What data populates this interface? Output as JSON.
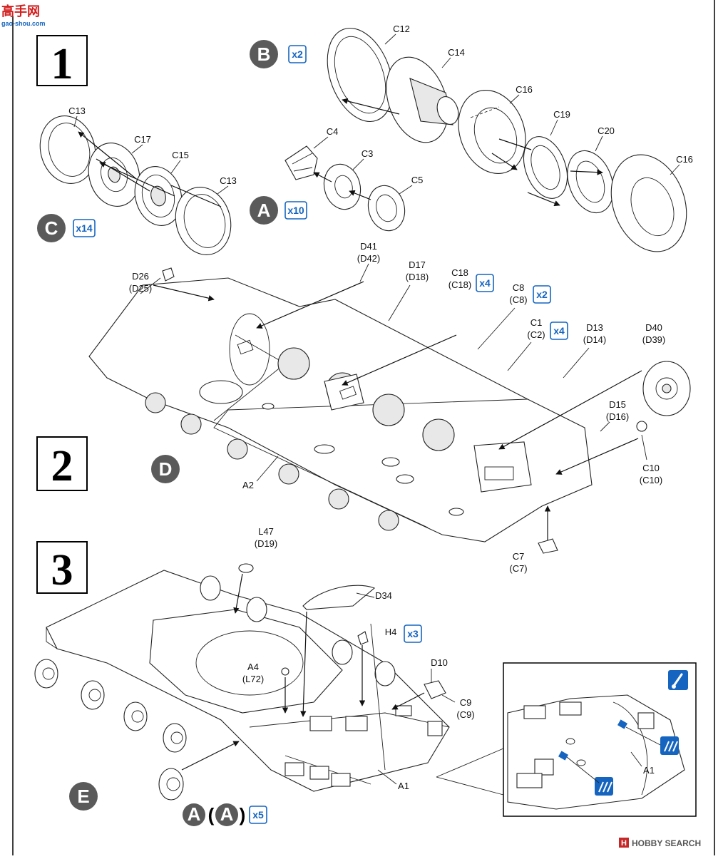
{
  "watermark": {
    "title": "高手网",
    "site": "gao-shou.com"
  },
  "footer_watermark": {
    "logo_text": "HOBBY SEARCH"
  },
  "steps": {
    "step1": {
      "number": "1",
      "parts": [
        "C12",
        "C14",
        "C16",
        "C19",
        "C20",
        "C16",
        "C4",
        "C3",
        "C5",
        "C13",
        "C17",
        "C15",
        "C13"
      ],
      "callouts": [
        {
          "letter": "B",
          "mult": "x2"
        },
        {
          "letter": "A",
          "mult": "x10"
        },
        {
          "letter": "C",
          "mult": "x14"
        }
      ]
    },
    "step2": {
      "number": "2",
      "parts": [
        {
          "a": "D41",
          "b": "(D42)"
        },
        {
          "a": "D26",
          "b": "(D25)"
        },
        {
          "a": "D17",
          "b": "(D18)"
        },
        {
          "a": "C18",
          "b": "(C18)",
          "mult": "x4"
        },
        {
          "a": "C8",
          "b": "(C8)",
          "mult": "x2"
        },
        {
          "a": "C1",
          "b": "(C2)",
          "mult": "x4"
        },
        {
          "a": "D13",
          "b": "(D14)"
        },
        {
          "a": "D40",
          "b": "(D39)"
        },
        {
          "a": "D15",
          "b": "(D16)"
        },
        {
          "a": "C10",
          "b": "(C10)"
        },
        {
          "a": "C7",
          "b": "(C7)"
        },
        {
          "a": "A2"
        }
      ],
      "callout": {
        "letter": "D"
      }
    },
    "step3": {
      "number": "3",
      "parts": [
        {
          "a": "L47",
          "b": "(D19)"
        },
        {
          "a": "D34"
        },
        {
          "a": "H4",
          "mult": "x3"
        },
        {
          "a": "A4",
          "b": "(L72)"
        },
        {
          "a": "D10"
        },
        {
          "a": "C9",
          "b": "(C9)"
        },
        {
          "a": "A1"
        },
        {
          "a": "A1"
        }
      ],
      "callout": {
        "letter": "E"
      },
      "wheel_note": {
        "letter1": "A",
        "letter2": "A",
        "open": "(",
        "close": ")",
        "mult": "x5"
      }
    }
  },
  "colors": {
    "circle": "#5a5a5a",
    "accent": "#1565c0",
    "black": "#000000"
  }
}
